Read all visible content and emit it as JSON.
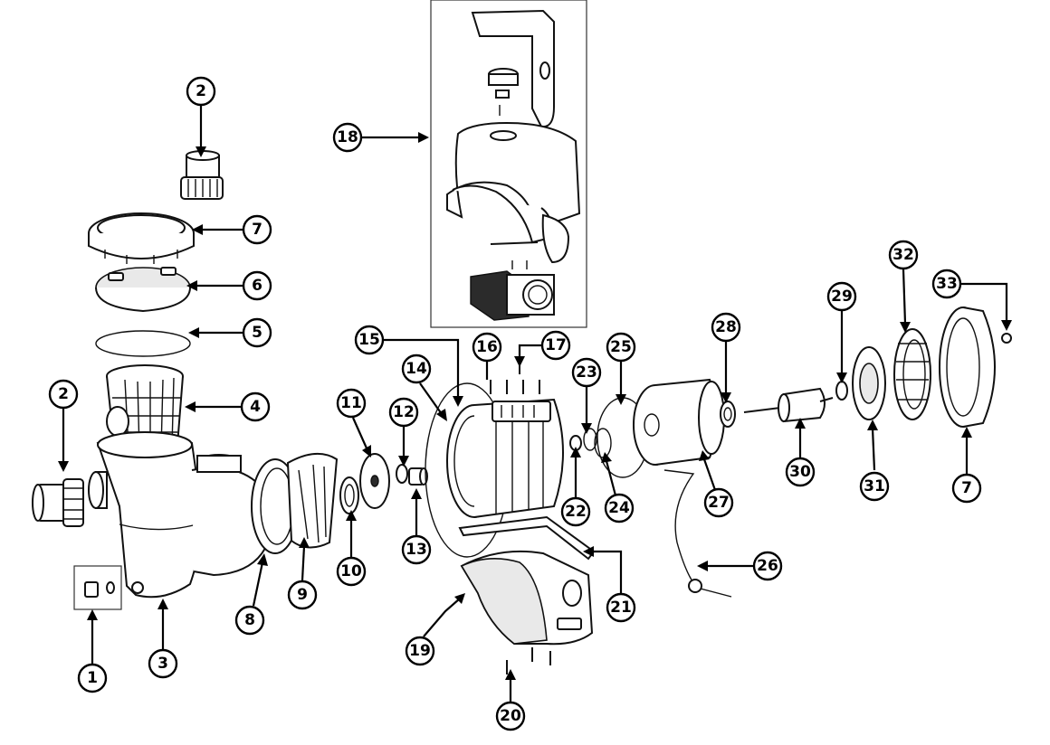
{
  "callouts": [
    {
      "id": "c1",
      "label": "1"
    },
    {
      "id": "c2a",
      "label": "2"
    },
    {
      "id": "c2b",
      "label": "2"
    },
    {
      "id": "c3",
      "label": "3"
    },
    {
      "id": "c4",
      "label": "4"
    },
    {
      "id": "c5",
      "label": "5"
    },
    {
      "id": "c6",
      "label": "6"
    },
    {
      "id": "c7a",
      "label": "7"
    },
    {
      "id": "c7b",
      "label": "7"
    },
    {
      "id": "c8",
      "label": "8"
    },
    {
      "id": "c9",
      "label": "9"
    },
    {
      "id": "c10",
      "label": "10"
    },
    {
      "id": "c11",
      "label": "11"
    },
    {
      "id": "c12",
      "label": "12"
    },
    {
      "id": "c13",
      "label": "13"
    },
    {
      "id": "c14",
      "label": "14"
    },
    {
      "id": "c15",
      "label": "15"
    },
    {
      "id": "c16",
      "label": "16"
    },
    {
      "id": "c17",
      "label": "17"
    },
    {
      "id": "c18",
      "label": "18"
    },
    {
      "id": "c19",
      "label": "19"
    },
    {
      "id": "c20",
      "label": "20"
    },
    {
      "id": "c21",
      "label": "21"
    },
    {
      "id": "c22",
      "label": "22"
    },
    {
      "id": "c23",
      "label": "23"
    },
    {
      "id": "c24",
      "label": "24"
    },
    {
      "id": "c25",
      "label": "25"
    },
    {
      "id": "c26",
      "label": "26"
    },
    {
      "id": "c27",
      "label": "27"
    },
    {
      "id": "c28",
      "label": "28"
    },
    {
      "id": "c29",
      "label": "29"
    },
    {
      "id": "c30",
      "label": "30"
    },
    {
      "id": "c31",
      "label": "31"
    },
    {
      "id": "c32",
      "label": "32"
    },
    {
      "id": "c33",
      "label": "33"
    }
  ]
}
